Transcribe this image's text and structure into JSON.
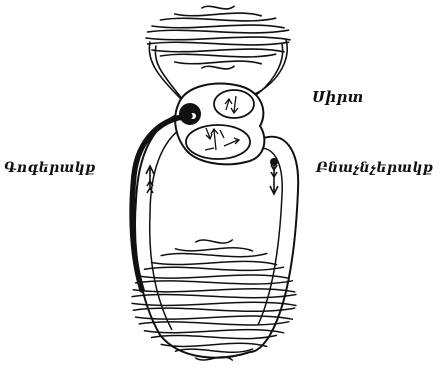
{
  "diagram": {
    "labels": {
      "heart": "Սիրտ",
      "veins": "Գոգերակք",
      "arteries": "Բնաչնչերակք"
    },
    "colors": {
      "ink": "#111111",
      "paper": "#ffffff"
    }
  }
}
